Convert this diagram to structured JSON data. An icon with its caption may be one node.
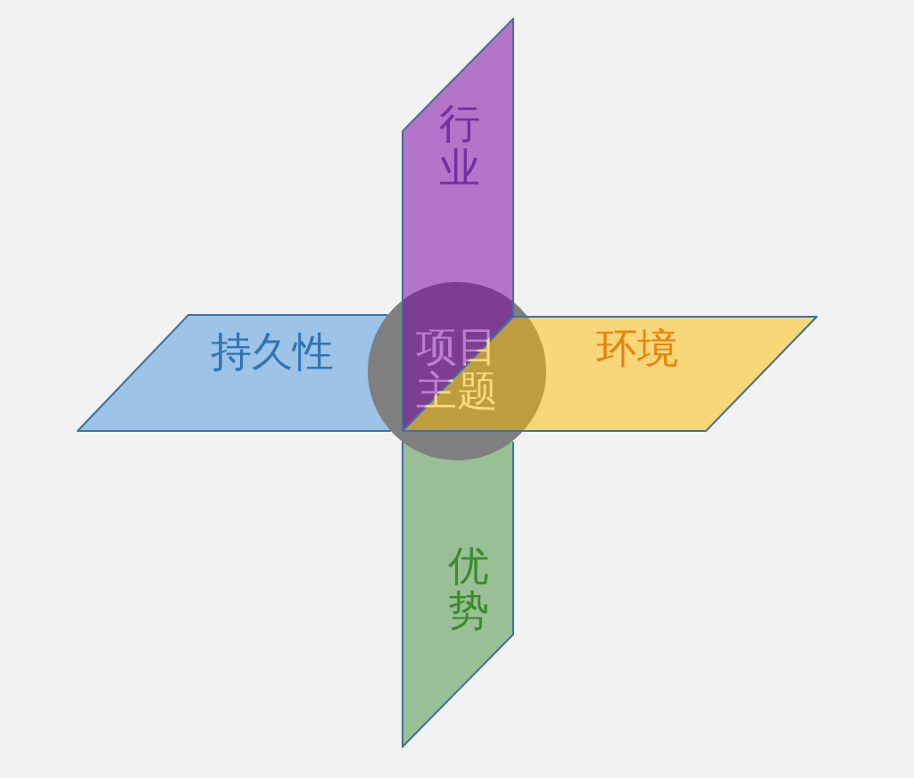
{
  "diagram": {
    "nodes": [
      {
        "text": [
          "行业"
        ]
      },
      {
        "text": [
          "持久性"
        ]
      },
      {
        "text": [
          "项目主题"
        ]
      },
      {
        "text": [
          "环境"
        ]
      },
      {
        "text": [
          "优势"
        ]
      }
    ]
  }
}
